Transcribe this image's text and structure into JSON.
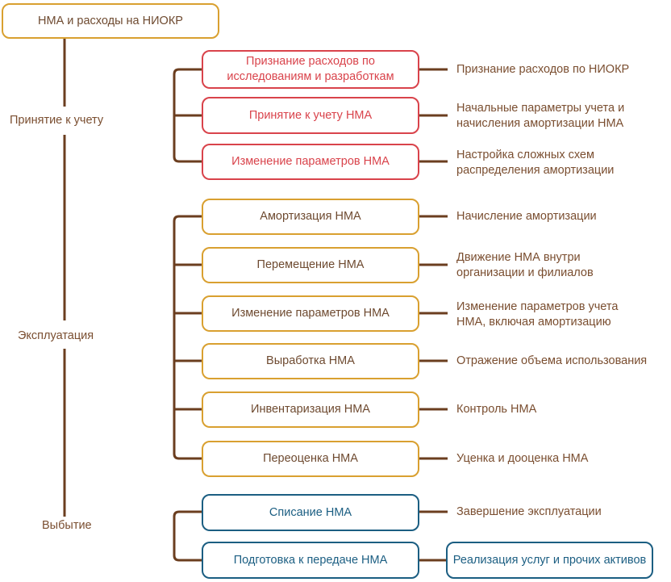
{
  "root": {
    "label": "НМА и расходы на НИОКР"
  },
  "stages": [
    {
      "name": "Принятие к учету",
      "color": "#D9434B",
      "items": [
        {
          "box": "Признание расходов по исследованиям и разработкам",
          "desc": "Признание расходов по НИОКР"
        },
        {
          "box": "Принятие к учету НМА",
          "desc": "Начальные параметры учета и начисления амортизации НМА"
        },
        {
          "box": "Изменение параметров НМА",
          "desc": "Настройка сложных схем распределения амортизации"
        }
      ]
    },
    {
      "name": "Эксплуатация",
      "color": "#D9A030",
      "items": [
        {
          "box": "Амортизация НМА",
          "desc": "Начисление амортизации"
        },
        {
          "box": "Перемещение НМА",
          "desc": "Движение НМА внутри организации и филиалов"
        },
        {
          "box": "Изменение параметров НМА",
          "desc": "Изменение параметров учета НМА, включая амортизацию"
        },
        {
          "box": "Выработка НМА",
          "desc": "Отражение объема использования"
        },
        {
          "box": "Инвентаризация НМА",
          "desc": "Контроль НМА"
        },
        {
          "box": "Переоценка НМА",
          "desc": "Уценка и дооценка НМА"
        }
      ]
    },
    {
      "name": "Выбытие",
      "color": "#1B5E82",
      "items": [
        {
          "box": "Списание НМА",
          "desc": "Завершение эксплуатации"
        },
        {
          "box": "Подготовка к передаче НМА",
          "desc_box": "Реализация услуг и прочих активов"
        }
      ]
    }
  ],
  "colors": {
    "connector": "#6B3E1F",
    "text": "#7A4E30"
  }
}
